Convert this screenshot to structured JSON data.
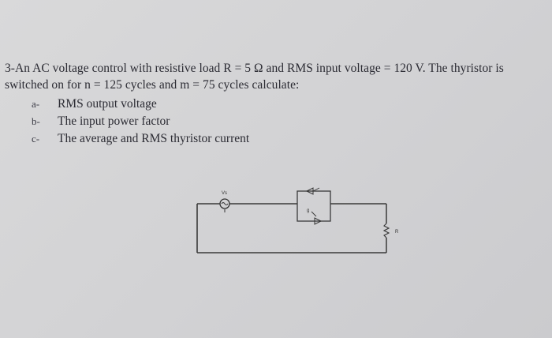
{
  "question": {
    "line1": "3-An AC voltage control with resistive load R = 5 Ω and RMS input voltage = 120 V. The thyristor is",
    "line2": "switched on for n = 125 cycles and m = 75 cycles calculate:"
  },
  "items": [
    {
      "marker": "a-",
      "text": "RMS output voltage"
    },
    {
      "marker": "b-",
      "text": "The input power factor"
    },
    {
      "marker": "c-",
      "text": "The average and RMS thyristor current"
    }
  ],
  "circuit": {
    "source_label": "Vs",
    "load_label": "R"
  }
}
